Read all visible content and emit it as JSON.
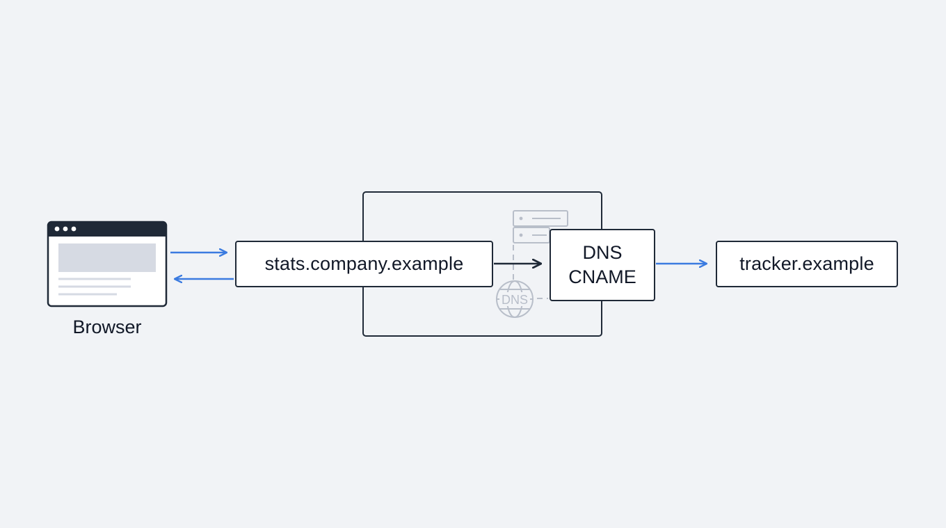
{
  "browser": {
    "caption": "Browser",
    "icon": "browser-window-icon"
  },
  "nodes": {
    "first_party": "stats.company.example",
    "dns_line1": "DNS",
    "dns_line2": "CNAME",
    "third_party": "tracker.example"
  },
  "icons": {
    "server": "server-icon",
    "globe": "globe-dns-icon",
    "globe_text": "DNS"
  },
  "colors": {
    "background": "#f1f3f6",
    "stroke": "#1f2937",
    "accent_blue": "#3b7be0",
    "muted_icon": "#b8bec9"
  }
}
